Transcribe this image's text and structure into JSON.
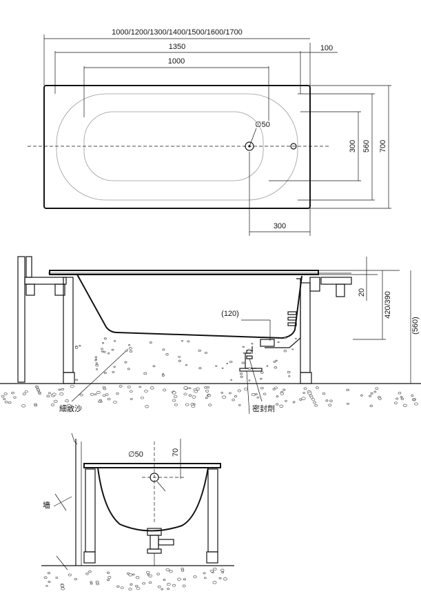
{
  "top_view": {
    "dim_lengths": "1000/1200/1300/1400/1500/1600/1700",
    "dim_1350": "1350",
    "dim_100": "100",
    "dim_1000": "1000",
    "dim_drain": "∅50",
    "dim_300_h": "300",
    "dim_560": "560",
    "dim_700": "700",
    "dim_300_bottom": "300"
  },
  "side_view": {
    "dim_120": "(120)",
    "dim_20": "20",
    "dim_420_390": "420/390",
    "dim_560": "(560)",
    "label_fine_sand": "細散沙",
    "label_sealant": "密封劑"
  },
  "end_view": {
    "dim_drain": "∅50",
    "dim_70": "70",
    "label_wall": "墻"
  }
}
